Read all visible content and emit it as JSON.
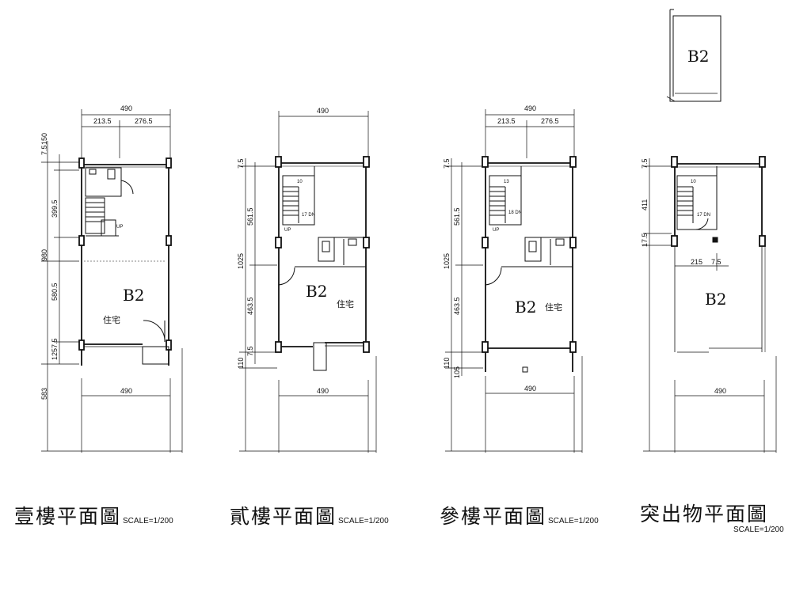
{
  "plans": {
    "f1": {
      "title": "壹樓平面圖",
      "scale": "SCALE=1/200",
      "top_dim_total": "490",
      "top_dim_left": "213.5",
      "top_dim_right": "276.5",
      "bottom_dim": "490",
      "left_dims": [
        "7.5",
        "150",
        "399.5",
        "980",
        "580.5",
        "7.5",
        "125",
        "583"
      ],
      "unit_label": "B2",
      "room_label": "住宅",
      "stair_label": "UP"
    },
    "f2": {
      "title": "貳樓平面圖",
      "scale": "SCALE=1/200",
      "top_dim_total": "490",
      "bottom_dim": "490",
      "left_dims": [
        "7.5",
        "561.5",
        "1025",
        "463.5",
        "7.5",
        "110"
      ],
      "unit_label": "B2",
      "room_label": "住宅",
      "stair_up": "UP",
      "stair_count_top": "10",
      "stair_count_bottom": "17 DN"
    },
    "f3": {
      "title": "參樓平面圖",
      "scale": "SCALE=1/200",
      "top_dim_total": "490",
      "top_dim_left": "213.5",
      "top_dim_right": "276.5",
      "bottom_dim": "490",
      "left_dims": [
        "7.5",
        "561.5",
        "1025",
        "463.5",
        "105",
        "110"
      ],
      "unit_label": "B2",
      "room_label": "住宅",
      "stair_up": "UP",
      "stair_count_top": "13",
      "stair_count_bottom": "18 DN"
    },
    "roof": {
      "title": "突出物平面圖",
      "scale": "SCALE=1/200",
      "bottom_dim": "490",
      "left_dims": [
        "7.5",
        "411",
        "17.5"
      ],
      "mid_dim_left": "215",
      "mid_dim_right": "7.5",
      "unit_label": "B2",
      "key_unit_label": "B2",
      "stair_count_top": "10",
      "stair_count_bottom": "17 DN"
    }
  }
}
